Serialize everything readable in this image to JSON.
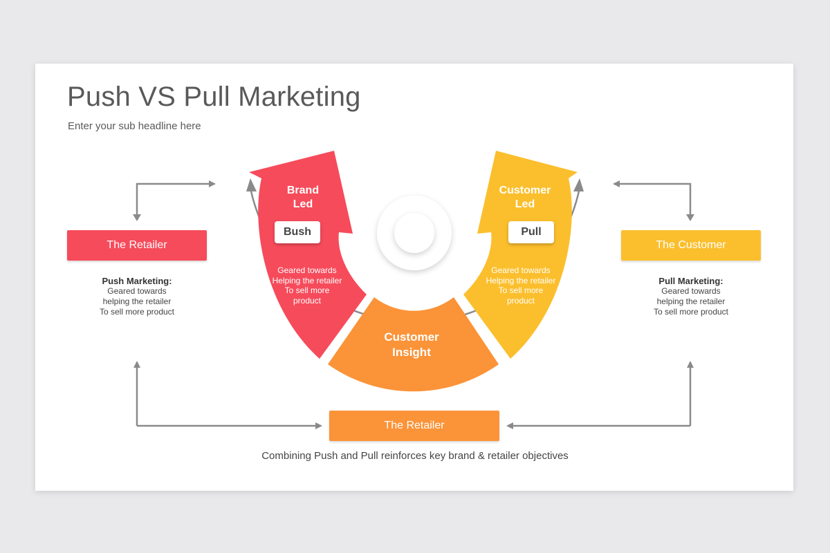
{
  "title": "Push VS Pull Marketing",
  "subtitle": "Enter your sub headline here",
  "colors": {
    "red": "#f64b5b",
    "orange": "#fb9338",
    "yellow": "#fbbf2d",
    "arrow_gray": "#8a8a8a"
  },
  "left_box": {
    "label": "The Retailer"
  },
  "right_box": {
    "label": "The Customer"
  },
  "bottom_box": {
    "label": "The Retailer"
  },
  "left_text": {
    "heading": "Push Marketing:",
    "lines": [
      "Geared towards",
      "helping the retailer",
      "To sell more product"
    ]
  },
  "right_text": {
    "heading": "Pull Marketing:",
    "lines": [
      "Geared towards",
      "helping the retailer",
      "To sell more product"
    ]
  },
  "segments": {
    "brand_led": {
      "label_lines": [
        "Brand",
        "Led"
      ],
      "tag": "Bush",
      "desc_lines": [
        "Geared towards",
        "Helping the retailer",
        "To sell more",
        "product"
      ]
    },
    "customer_led": {
      "label_lines": [
        "Customer",
        "Led"
      ],
      "tag": "Pull",
      "desc_lines": [
        "Geared towards",
        "Helping the retailer",
        "To sell more",
        "product"
      ]
    },
    "customer_insight": {
      "label_lines": [
        "Customer",
        "Insight"
      ]
    }
  },
  "footer": "Combining Push and Pull reinforces key brand & retailer objectives"
}
